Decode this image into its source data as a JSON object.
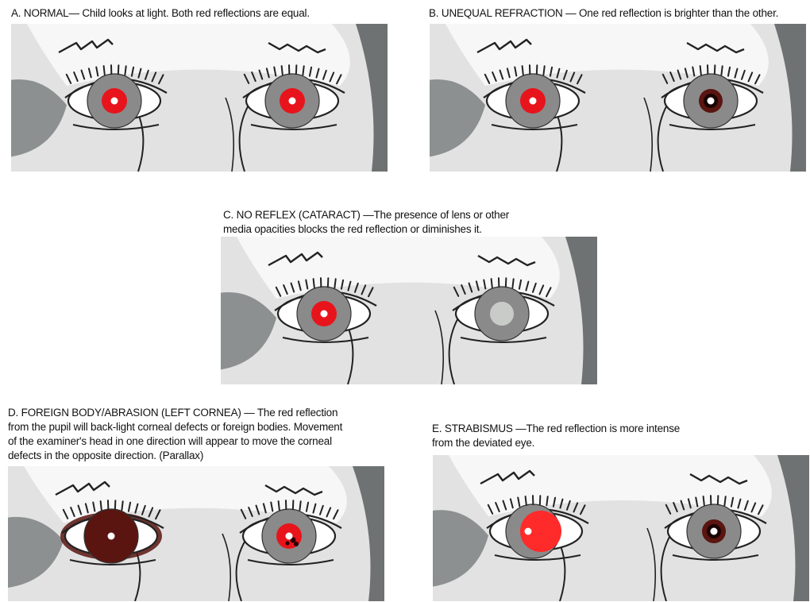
{
  "panels": {
    "a": {
      "lines": [
        "A. NORMAL— Child looks at light. Both red reflections are equal."
      ],
      "right_eye": "normal-reflex",
      "left_eye": "normal-reflex"
    },
    "b": {
      "lines": [
        "B. UNEQUAL REFRACTION — One red reflection is brighter than the other."
      ],
      "right_eye": "normal-reflex",
      "left_eye": "dim-reflex"
    },
    "c": {
      "lines": [
        "C.  NO REFLEX (CATARACT) —The presence of lens or other",
        "media opacities blocks the red reflection or diminishes it."
      ],
      "right_eye": "normal-reflex",
      "left_eye": "absent-reflex"
    },
    "d": {
      "lines": [
        "D. FOREIGN BODY/ABRASION (LEFT CORNEA) — The red reflection",
        "from the pupil will back-light corneal defects or foreign bodies. Movement",
        "of the examiner's head in one direction will appear to move the corneal",
        "defects in the opposite direction. (Parallax)"
      ],
      "right_eye": "dark-reflex",
      "left_eye": "reflex-with-defects"
    },
    "e": {
      "lines": [
        "E. STRABISMUS —The red reflection is more intense",
        "from the deviated eye."
      ],
      "right_eye": "deviated-bright-reflex",
      "left_eye": "dim-reflex"
    }
  },
  "colors": {
    "reflex_red": "#e8141c",
    "reflex_dark": "#5a1510",
    "reflex_absent": "#c9cbc9",
    "iris_gray": "#8a8a8a",
    "skin_gray": "#e2e2e2",
    "shadow_gray": "#8c9090",
    "dark_band": "#6e7272"
  }
}
